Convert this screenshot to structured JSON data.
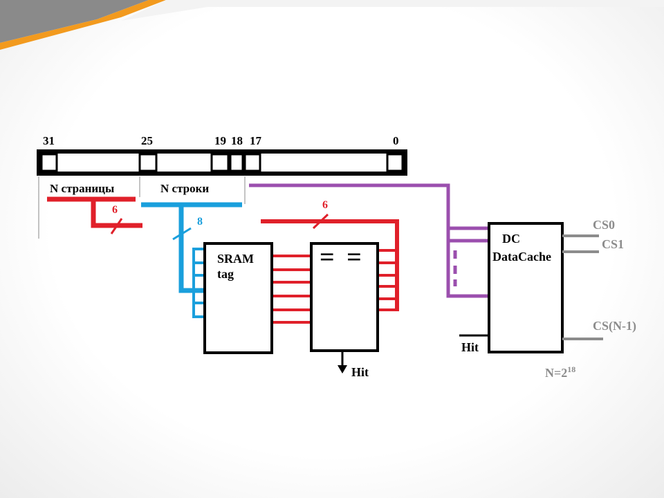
{
  "address": {
    "bit_numbers": [
      "31",
      "25",
      "19",
      "18",
      "17",
      "0"
    ],
    "fields": [
      "N страницы",
      "N строки"
    ],
    "bus_widths": [
      "6",
      "8",
      "6"
    ]
  },
  "sram": {
    "line1": "SRAM",
    "line2": "tag"
  },
  "comparator": {
    "symbol": "= ="
  },
  "outputs": {
    "hit_comparator": "Hit",
    "hit_cache": "Hit"
  },
  "cache": {
    "line1": "DC",
    "line2": "DataCache"
  },
  "chip_selects": [
    "CS0",
    "CS1",
    "CS(N-1)"
  ],
  "size": {
    "base": "N=2",
    "exponent": "18"
  },
  "colors": {
    "red_bus": "#e0202a",
    "blue_bus": "#1a9fdc",
    "purple_bus": "#9b4fae",
    "gray_line": "#8c8c8c",
    "accent_orange": "#f29a1e",
    "accent_gray": "#8a8a8a"
  }
}
